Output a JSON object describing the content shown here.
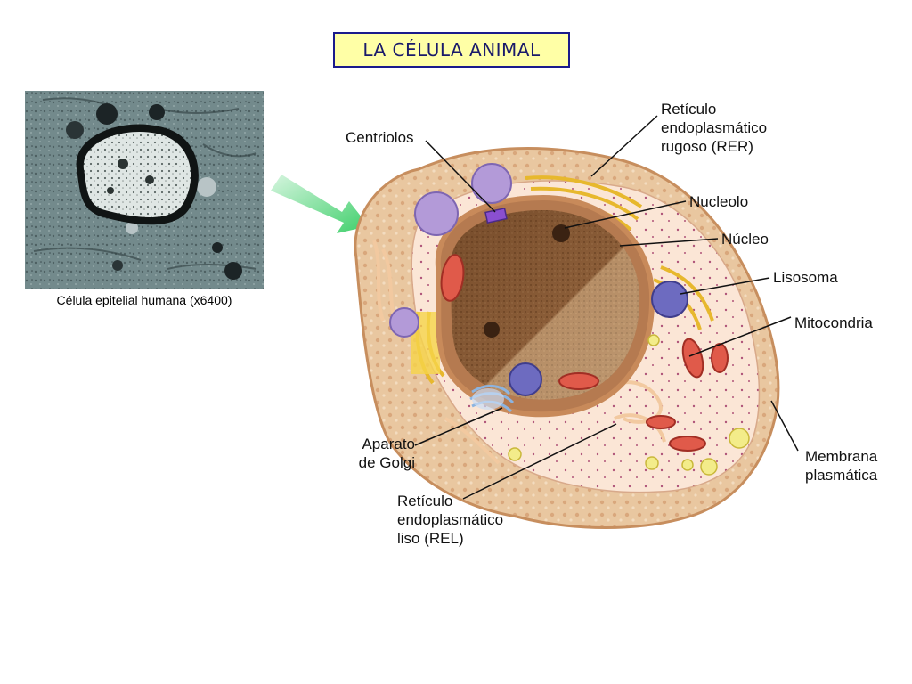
{
  "title": "LA CÉLULA ANIMAL",
  "micrograph": {
    "caption": "Célula epitelial humana (x6400)"
  },
  "labels": {
    "centriolos": "Centriolos",
    "rer_line1": "Retículo",
    "rer_line2": "endoplasmático",
    "rer_line3": "rugoso (RER)",
    "nucleolo": "Nucleolo",
    "nucleo": "Núcleo",
    "lisosoma": "Lisosoma",
    "mitocondria": "Mitocondria",
    "membrana_line1": "Membrana",
    "membrana_line2": "plasmática",
    "golgi_line1": "Aparato",
    "golgi_line2": "de Golgi",
    "rel_line1": "Retículo",
    "rel_line2": "endoplasmático",
    "rel_line3": "liso (REL)"
  },
  "colors": {
    "title_border": "#1a1a8c",
    "title_fill": "#ffffa6",
    "arrow": "#3ecf6a",
    "cytoplasm": "#e8c9a0",
    "nucleus": "#8a5a35",
    "lysosome": "#6d6bc0",
    "mitochondria": "#e05a4a",
    "er_rough": "#f2cc3a"
  }
}
